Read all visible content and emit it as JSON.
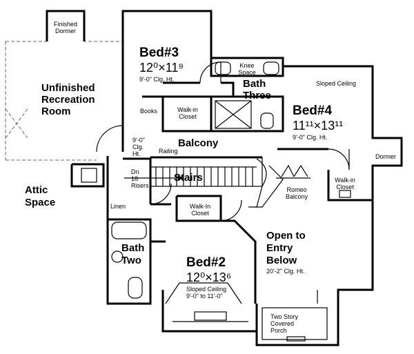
{
  "plan": {
    "finished_dormer": [
      "Finished",
      "Dormer"
    ],
    "unfinished_rec": [
      "Unfinished",
      "Recreation",
      "Room"
    ],
    "attic": [
      "Attic",
      "Space"
    ],
    "bed3": {
      "title": "Bed#3",
      "size": "12⁰×11⁹",
      "note": "9'-0\" Clg. Ht."
    },
    "knee_space": [
      "Knee",
      "Space"
    ],
    "bath_three": [
      "Bath",
      "Three"
    ],
    "bed4": {
      "title": "Bed#4",
      "size": "11¹¹×13¹¹",
      "note": "9'-0\" Clg. Ht."
    },
    "sloped_ceiling": "Sloped Ceiling",
    "books": "Books",
    "walkin_closet": [
      "Walk-in",
      "Closet"
    ],
    "hall_clg": [
      "9'-0\"",
      "Clg.",
      "Ht."
    ],
    "balcony": "Balcony",
    "railing": "Railing",
    "dormer": "Dormer",
    "dn_risers": [
      "Dn",
      "18",
      "Risers"
    ],
    "stairs": "Stairs",
    "romeo_balcony": [
      "Romeo",
      "Balcony"
    ],
    "bed4_closet": [
      "Walk-in",
      "Closet"
    ],
    "linen": "Linen",
    "bed2_closet": [
      "Walk-In",
      "Closet"
    ],
    "open_entry": [
      "Open to",
      "Entry",
      "Below"
    ],
    "entry_clg": "20'-2\" Clg. Ht.",
    "bath_two": [
      "Bath",
      "Two"
    ],
    "bed2": {
      "title": "Bed#2",
      "size": "12⁰×13⁶",
      "note1": "Sloped Ceiling",
      "note2": "9'-0\" to 11'-0\""
    },
    "porch": [
      "Two Story",
      "Covered",
      "Porch"
    ]
  }
}
